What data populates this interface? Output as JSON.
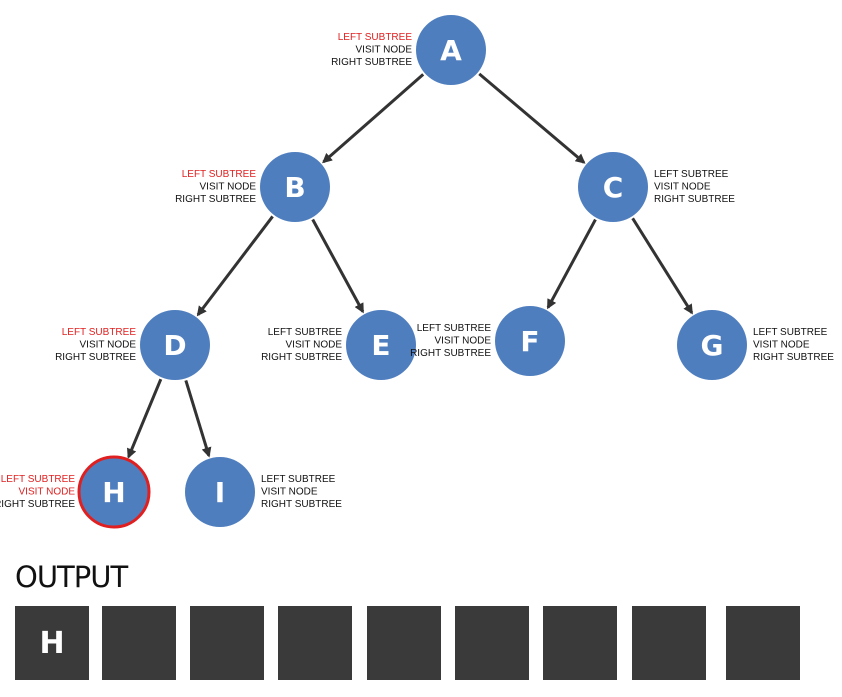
{
  "steps": [
    "LEFT SUBTREE",
    "VISIT NODE",
    "RIGHT SUBTREE"
  ],
  "colors": {
    "node_fill": "#4F7EBF",
    "highlight_stroke": "#E02020",
    "active_step": "#E02020",
    "step_text": "#111111",
    "arrow": "#333333",
    "output_box": "#3A3A3A"
  },
  "nodes": [
    {
      "id": "A",
      "label": "A",
      "active_steps": [
        0
      ]
    },
    {
      "id": "B",
      "label": "B",
      "active_steps": [
        0
      ]
    },
    {
      "id": "C",
      "label": "C",
      "active_steps": []
    },
    {
      "id": "D",
      "label": "D",
      "active_steps": [
        0
      ]
    },
    {
      "id": "E",
      "label": "E",
      "active_steps": []
    },
    {
      "id": "F",
      "label": "F",
      "active_steps": []
    },
    {
      "id": "G",
      "label": "G",
      "active_steps": []
    },
    {
      "id": "H",
      "label": "H",
      "active_steps": [
        0,
        1
      ],
      "highlighted": true
    },
    {
      "id": "I",
      "label": "I",
      "active_steps": []
    }
  ],
  "edges": [
    {
      "from": "A",
      "to": "B"
    },
    {
      "from": "A",
      "to": "C"
    },
    {
      "from": "B",
      "to": "D"
    },
    {
      "from": "B",
      "to": "E"
    },
    {
      "from": "C",
      "to": "F"
    },
    {
      "from": "C",
      "to": "G"
    },
    {
      "from": "D",
      "to": "H"
    },
    {
      "from": "D",
      "to": "I"
    }
  ],
  "output": {
    "title": "OUTPUT",
    "slots": [
      "H",
      "",
      "",
      "",
      "",
      "",
      "",
      "",
      ""
    ]
  }
}
